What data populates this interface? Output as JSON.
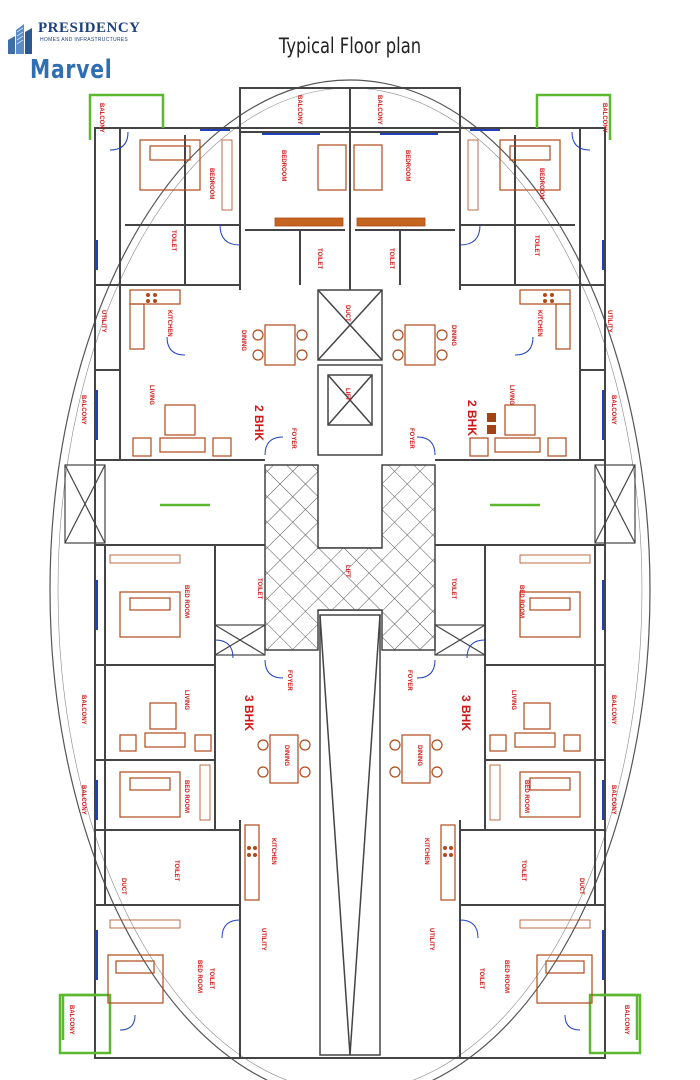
{
  "header": {
    "brand": "PRESIDENCY",
    "brand_tagline": "HOMES AND INFRASTRUCTURES",
    "project": "Marvel",
    "title": "Typical Floor plan"
  },
  "colors": {
    "wall": "#444444",
    "furniture": "#b04a1a",
    "label": "#d01818",
    "window": "#1f3fbf",
    "balcony_outline": "#5cb82e",
    "brand": "#1d3f7a"
  },
  "unit_types": {
    "two_bhk": "2 BHK",
    "three_bhk": "3 BHK"
  },
  "rooms": {
    "balcony": "BALCONY",
    "bedroom": "BEDROOM",
    "bed_room": "BED ROOM",
    "toilet": "TOILET",
    "kitchen": "KITCHEN",
    "utility": "UTILITY",
    "dining": "DINING",
    "living": "LIVING",
    "foyer": "FOYER",
    "duct": "DUCT",
    "lift": "LIFT"
  }
}
